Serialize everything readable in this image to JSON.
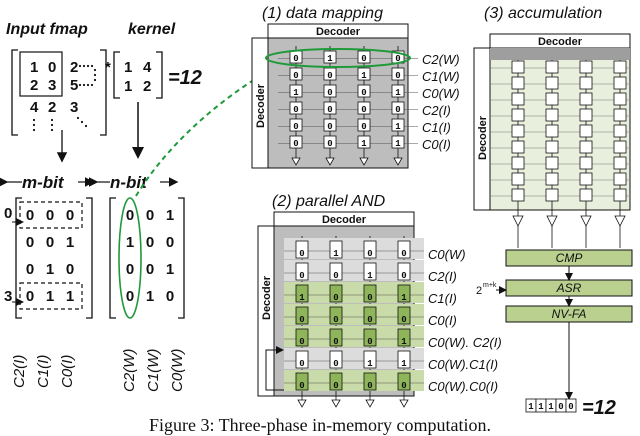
{
  "header": {
    "input_fmap": "Input fmap",
    "kernel": "kernel",
    "phase1": "(1) data mapping",
    "phase2": "(2) parallel AND",
    "phase3": "(3) accumulation"
  },
  "fmap": {
    "rows": [
      [
        "1",
        "0",
        "2"
      ],
      [
        "2",
        "3",
        "5"
      ],
      [
        "4",
        "2",
        "3"
      ]
    ],
    "times": "*"
  },
  "kernel": {
    "rows": [
      [
        "1",
        "4"
      ],
      [
        "1",
        "2"
      ]
    ],
    "result": "=12"
  },
  "bits": {
    "m_bit": "m-bit",
    "n_bit": "n-bit",
    "input_rows": [
      [
        "0",
        "0",
        "0"
      ],
      [
        "0",
        "0",
        "1"
      ],
      [
        "0",
        "1",
        "0"
      ],
      [
        "0",
        "1",
        "1"
      ]
    ],
    "kernel_rows": [
      [
        "0",
        "0",
        "1"
      ],
      [
        "1",
        "0",
        "0"
      ],
      [
        "0",
        "0",
        "1"
      ],
      [
        "0",
        "1",
        "0"
      ]
    ],
    "row_marker_0": "0",
    "row_marker_3": "3",
    "input_labels": [
      "C2(I)",
      "C1(I)",
      "C0(I)"
    ],
    "kernel_labels": [
      "C2(W)",
      "C1(W)",
      "C0(W)"
    ]
  },
  "phase1": {
    "decoder": "Decoder",
    "side_decoder": "Decoder",
    "rows": [
      [
        "0",
        "1",
        "0",
        "0"
      ],
      [
        "0",
        "0",
        "1",
        "0"
      ],
      [
        "1",
        "0",
        "0",
        "1"
      ],
      [
        "0",
        "0",
        "0",
        "0"
      ],
      [
        "0",
        "0",
        "0",
        "1"
      ],
      [
        "0",
        "0",
        "1",
        "1"
      ]
    ],
    "labels": [
      "C2(W)",
      "C1(W)",
      "C0(W)",
      "C2(I)",
      "C1(I)",
      "C0(I)"
    ]
  },
  "phase2": {
    "decoder": "Decoder",
    "side_decoder": "Decoder",
    "rows": [
      [
        "0",
        "1",
        "0",
        "0"
      ],
      [
        "0",
        "0",
        "1",
        "0"
      ],
      [
        "1",
        "0",
        "0",
        "1"
      ],
      [
        "0",
        "0",
        "0",
        "0"
      ],
      [
        "0",
        "0",
        "0",
        "1"
      ],
      [
        "0",
        "0",
        "1",
        "1"
      ],
      [
        "0",
        "0",
        "0",
        "0"
      ]
    ],
    "highlight_rows": [
      2,
      3,
      4,
      6
    ],
    "labels": [
      "C0(W)",
      "C2(I)",
      "C1(I)",
      "C0(I)",
      "C0(W). C2(I)",
      "C0(W).C1(I)",
      "C0(W).C0(I)"
    ]
  },
  "phase3": {
    "decoder": "Decoder",
    "side_decoder": "Decoder",
    "blocks": [
      "CMP",
      "ASR",
      "NV-FA"
    ],
    "shift_label": "2",
    "shift_exp": "m+k",
    "output_bits": [
      "1",
      "1",
      "1",
      "0",
      "0"
    ],
    "output_result": "=12"
  },
  "caption": "Figure 3: Three-phase in-memory computation."
}
